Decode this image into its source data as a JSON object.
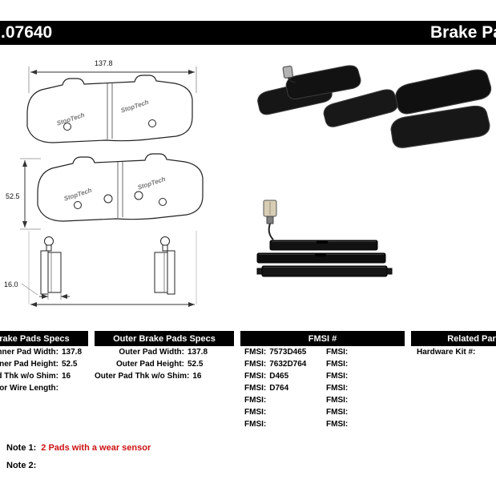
{
  "header": {
    "part_number": ".07640",
    "title": "Brake Pads"
  },
  "drawings": {
    "width_mm": "137.8",
    "height_mm": "52.5",
    "thickness_mm": "16.0",
    "logo": "StopTech"
  },
  "tables": {
    "inner": {
      "title": "Inner Brake Pads Specs",
      "rows": [
        {
          "label": "Inner Pad Width:",
          "value": "137.8"
        },
        {
          "label": "Inner Pad Height:",
          "value": "52.5"
        },
        {
          "label": "Inner Pad Thk w/o Shim:",
          "value": "16"
        },
        {
          "label": "Sensor Wire Length:",
          "value": ""
        }
      ]
    },
    "outer": {
      "title": "Outer Brake Pads Specs",
      "rows": [
        {
          "label": "Outer Pad Width:",
          "value": "137.8"
        },
        {
          "label": "Outer Pad Height:",
          "value": "52.5"
        },
        {
          "label": "Outer Pad Thk w/o Shim:",
          "value": "16"
        }
      ]
    },
    "fmsi": {
      "title": "FMSI #",
      "col1": [
        {
          "label": "FMSI:",
          "value": "7573D465"
        },
        {
          "label": "FMSI:",
          "value": "7632D764"
        },
        {
          "label": "FMSI:",
          "value": "D465"
        },
        {
          "label": "FMSI:",
          "value": "D764"
        },
        {
          "label": "FMSI:",
          "value": ""
        },
        {
          "label": "FMSI:",
          "value": ""
        },
        {
          "label": "FMSI:",
          "value": ""
        }
      ],
      "col2": [
        {
          "label": "FMSI:",
          "value": ""
        },
        {
          "label": "FMSI:",
          "value": ""
        },
        {
          "label": "FMSI:",
          "value": ""
        },
        {
          "label": "FMSI:",
          "value": ""
        },
        {
          "label": "FMSI:",
          "value": ""
        },
        {
          "label": "FMSI:",
          "value": ""
        },
        {
          "label": "FMSI:",
          "value": ""
        }
      ]
    },
    "related": {
      "title": "Related Parts #",
      "rows": [
        {
          "label": "Hardware Kit #:",
          "value": ""
        }
      ]
    }
  },
  "notes": [
    {
      "label": "Note 1:",
      "text": "2 Pads with a wear sensor"
    },
    {
      "label": "Note 2:",
      "text": ""
    }
  ]
}
